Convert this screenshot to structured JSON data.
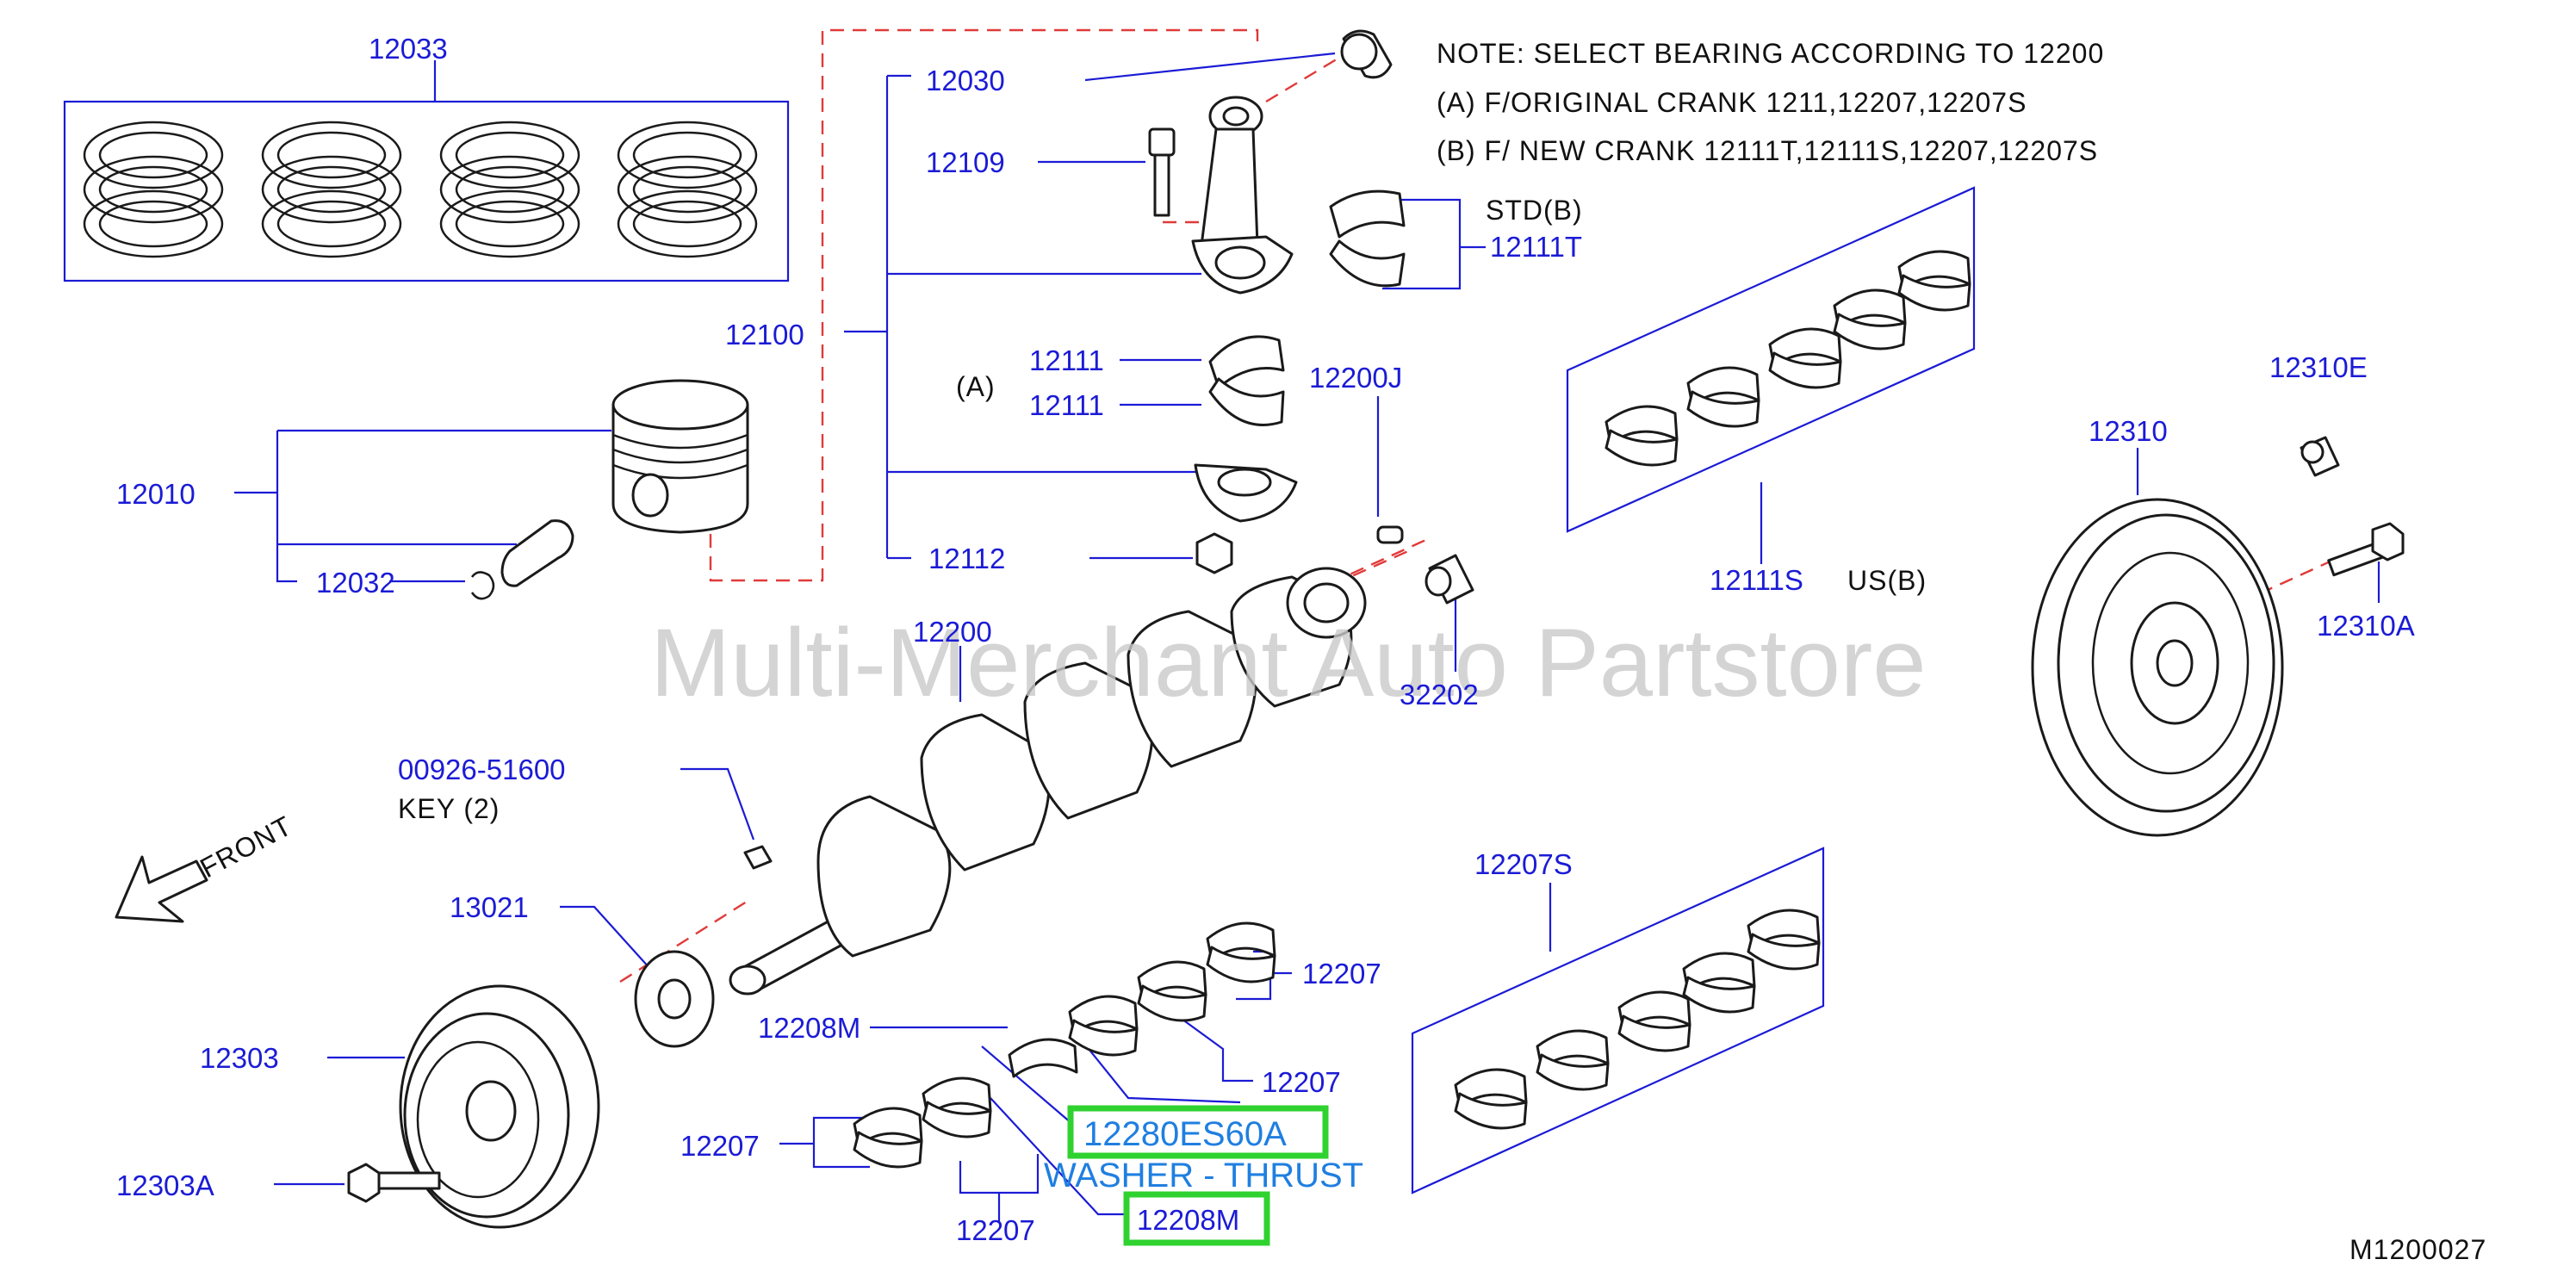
{
  "notes": {
    "line1": "NOTE:  SELECT  BEARING  ACCORDING  TO  12200",
    "line2": "(A)  F/ORIGINAL  CRANK  1211,12207,12207S",
    "line3": "(B)  F/  NEW  CRANK  12111T,12111S,12207,12207S"
  },
  "labels": {
    "p12033": "12033",
    "p12030": "12030",
    "p12109": "12109",
    "p12100": "12100",
    "p12010": "12010",
    "p12032": "12032",
    "p12111a": "12111",
    "p12111b": "12111",
    "markA": "(A)",
    "p12112": "12112",
    "p12200J": "12200J",
    "std_b": "STD(B)",
    "p12111T": "12111T",
    "p12111S": "12111S",
    "us_b": "US(B)",
    "p12310E": "12310E",
    "p12310": "12310",
    "p12310A": "12310A",
    "p12200": "12200",
    "p32202": "32202",
    "p00926": "00926-51600",
    "key": "KEY   (2)",
    "front": "FRONT",
    "p13021": "13021",
    "p12303": "12303",
    "p12303A": "12303A",
    "p12207S": "12207S",
    "p12207_r1": "12207",
    "p12208M_top": "12208M",
    "p12207_r2": "12207",
    "p12207_r3": "12207",
    "p12207_left": "12207",
    "p12207_bottom": "12207",
    "diagram_id": "M1200027"
  },
  "highlights": {
    "washer_code": "12280ES60A",
    "washer_name": "WASHER - THRUST",
    "p12208M": "12208M"
  },
  "watermark": "Multi-Merchant Auto Partstore",
  "colors": {
    "part_number": "#1b1bd6",
    "leader_dash": "#e03a3a",
    "highlight_box": "#2fd22f",
    "highlight_text": "#1f7fe0",
    "watermark": "#c9c9c9"
  }
}
